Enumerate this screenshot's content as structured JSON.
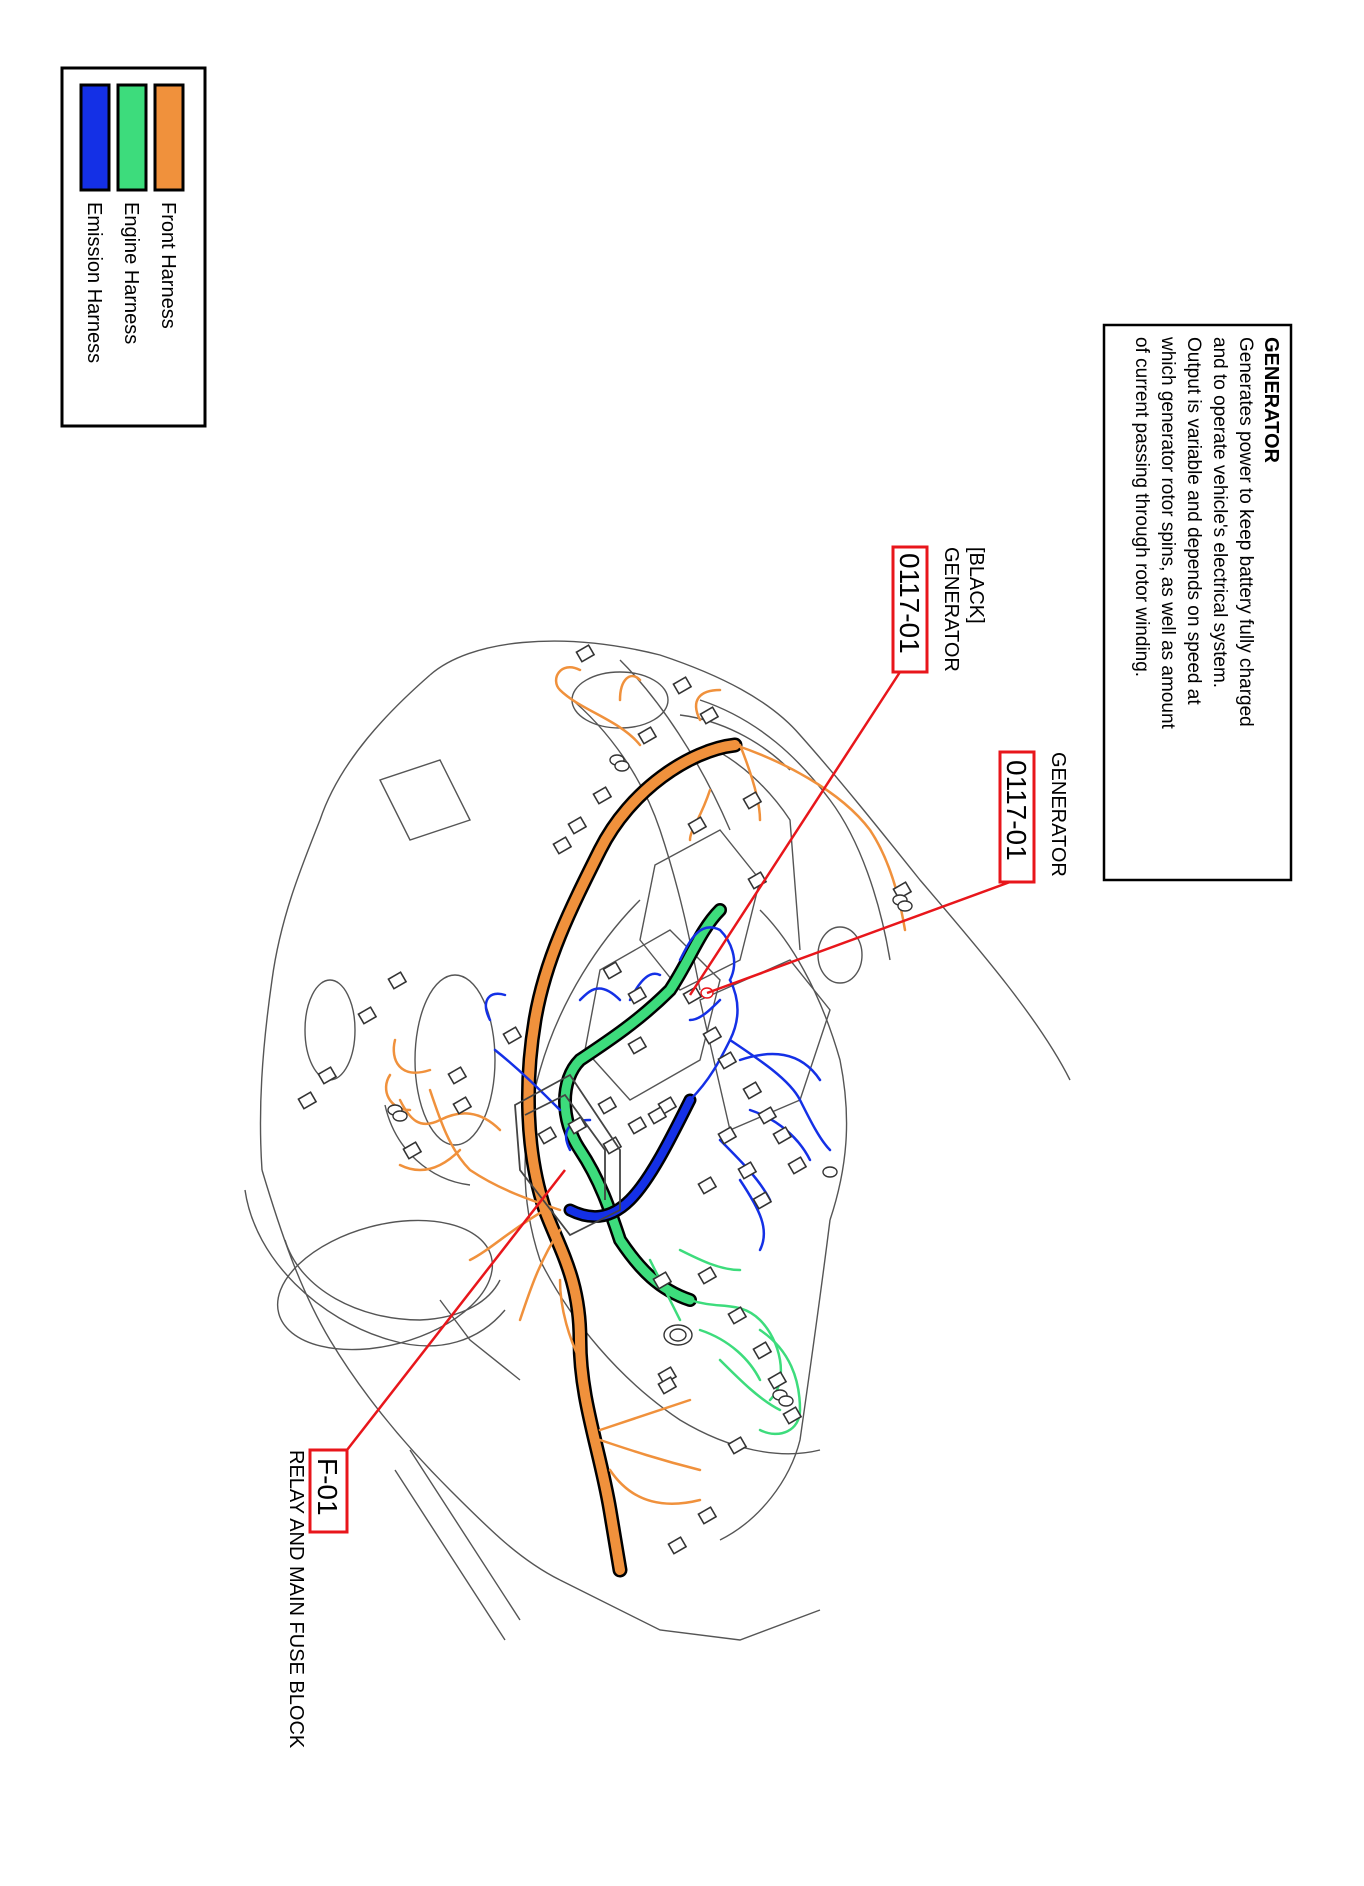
{
  "legend": {
    "items": [
      {
        "label": "Front Harness",
        "color": "#f0913c"
      },
      {
        "label": "Engine Harness",
        "color": "#3ddc7c"
      },
      {
        "label": "Emission Harness",
        "color": "#1430e6"
      }
    ]
  },
  "info_box": {
    "title": "GENERATOR",
    "lines": [
      "Generates power to keep battery fully charged",
      "and to operate vehicle's electrical system.",
      "Output is variable and depends on speed at",
      "which generator rotor spins, as well as amount",
      "of current passing through rotor winding."
    ]
  },
  "callouts": [
    {
      "code": "0117-01",
      "label_lines": [
        "GENERATOR"
      ]
    },
    {
      "code": "0117-01",
      "label_lines": [
        "[BLACK]",
        "GENERATOR"
      ]
    },
    {
      "code": "F-01",
      "label_lines": [
        "RELAY AND MAIN FUSE BLOCK"
      ]
    }
  ],
  "colors": {
    "front_harness": "#f0913c",
    "engine_harness": "#3ddc7c",
    "emission_harness": "#1430e6",
    "callout_red": "#e8161b",
    "outline": "#555555"
  }
}
